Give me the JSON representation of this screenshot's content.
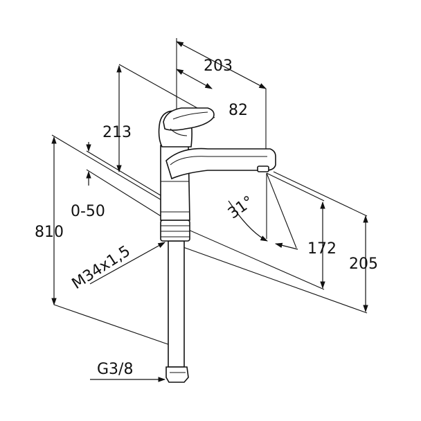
{
  "dimensions": {
    "width_203": "203",
    "lever_82": "82",
    "height_213": "213",
    "range_0_50": "0-50",
    "total_810": "810",
    "angle_31": "31°",
    "spout_172": "172",
    "spout_205": "205",
    "thread_m34": "M34x1,5",
    "connector_g38": "G3/8"
  },
  "colors": {
    "line": "#111111",
    "background": "#ffffff"
  }
}
